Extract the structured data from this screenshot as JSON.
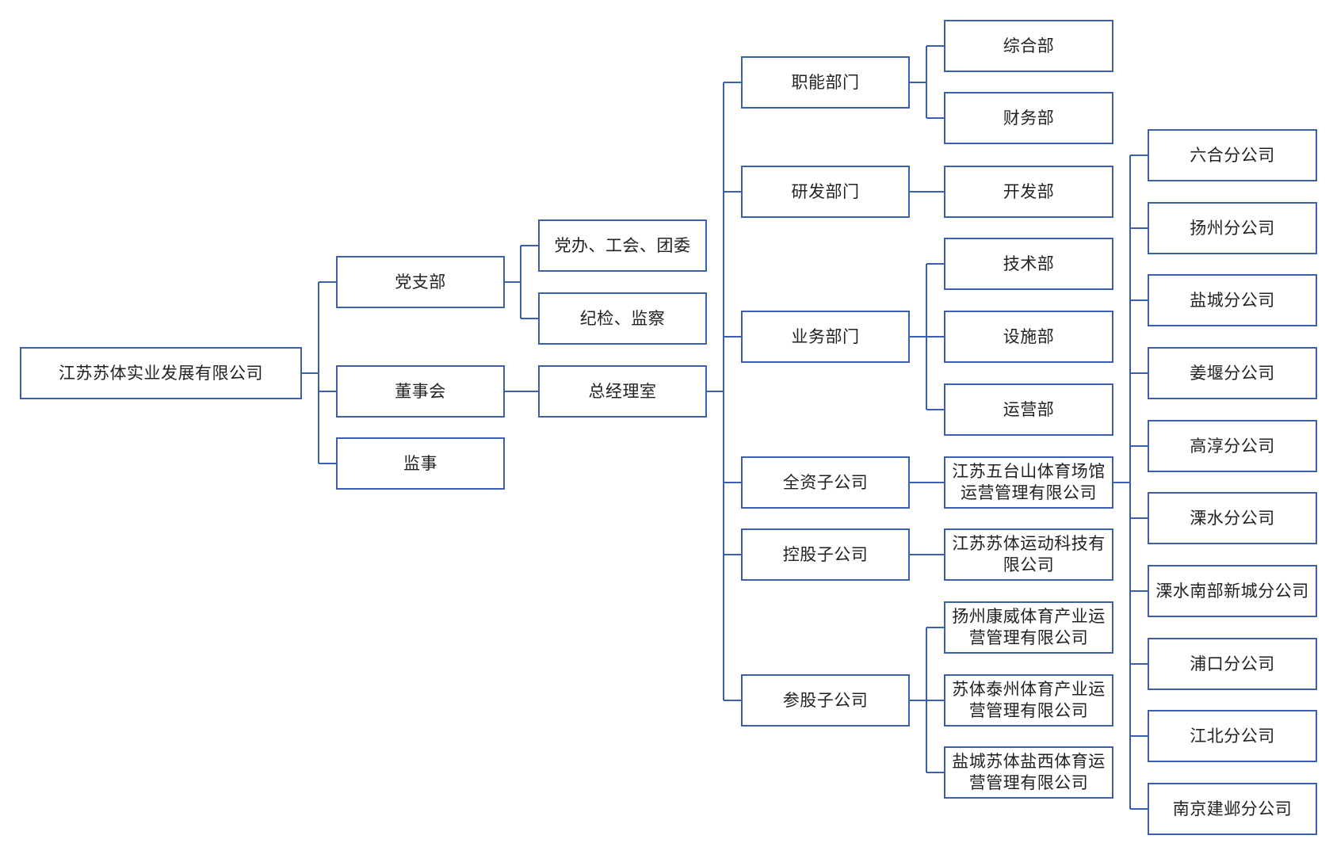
{
  "chart": {
    "root": {
      "label": "江苏苏体实业发展有限公司"
    },
    "governance": {
      "party": "党支部",
      "board": "董事会",
      "supervisor": "监事"
    },
    "party_units": {
      "office": "党办、工会、团委",
      "discipline": "纪检、监察"
    },
    "gm_office": "总经理室",
    "divisions": {
      "functional": "职能部门",
      "rnd": "研发部门",
      "business": "业务部门",
      "wholly_owned": "全资子公司",
      "holding": "控股子公司",
      "participating": "参股子公司"
    },
    "departments": {
      "general": "综合部",
      "finance": "财务部",
      "development": "开发部",
      "technical": "技术部",
      "facilities": "设施部",
      "operations": "运营部"
    },
    "subsidiaries": {
      "wutaishan": "江苏五台山体育场馆运营管理有限公司",
      "sports_tech": "江苏苏体运动科技有限公司",
      "yangzhou_kangwei": "扬州康威体育产业运营管理有限公司",
      "taizhou": "苏体泰州体育产业运营管理有限公司",
      "yancheng_yanxi": "盐城苏体盐西体育运营管理有限公司"
    },
    "branches": [
      "六合分公司",
      "扬州分公司",
      "盐城分公司",
      "姜堰分公司",
      "高淳分公司",
      "溧水分公司",
      "溧水南部新城分公司",
      "浦口分公司",
      "江北分公司",
      "南京建邺分公司"
    ]
  }
}
